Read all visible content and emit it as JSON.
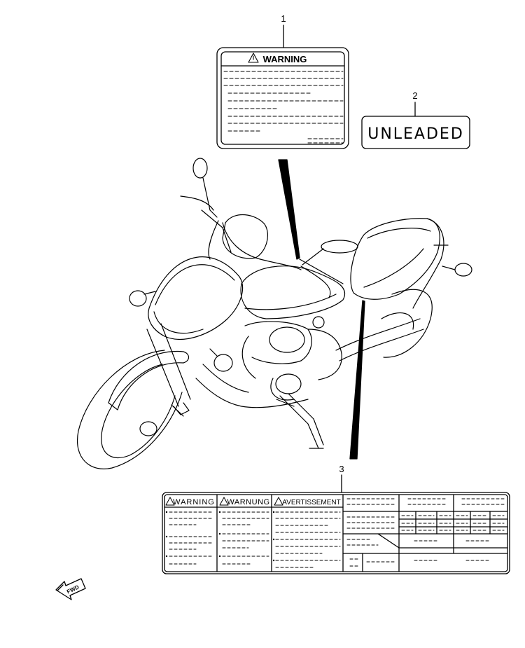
{
  "callouts": {
    "part_1": "1",
    "part_2": "2",
    "part_3": "3"
  },
  "label_1": {
    "title": "WARNING"
  },
  "label_2": {
    "text": "UNLEADED"
  },
  "label_3": {
    "heading_en": "WARNING",
    "heading_de": "WARNUNG",
    "heading_fr": "AVERTISSEMENT"
  },
  "fwd_arrow": {
    "text": "FWD"
  },
  "icons": [
    "warning-triangle-icon",
    "fwd-arrow-icon"
  ]
}
